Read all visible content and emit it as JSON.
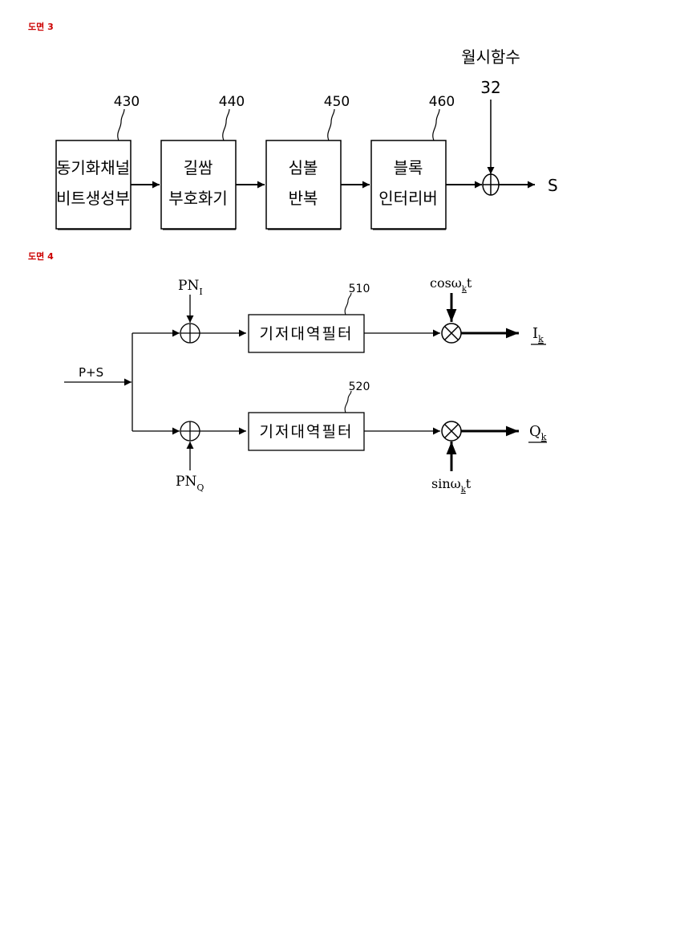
{
  "figure3": {
    "label": "도면 3",
    "blocks": [
      {
        "ref": "430",
        "line1": "동기화채널",
        "line2": "비트생성부"
      },
      {
        "ref": "440",
        "line1": "길쌈",
        "line2": "부호화기"
      },
      {
        "ref": "450",
        "line1": "심볼",
        "line2": "반복"
      },
      {
        "ref": "460",
        "line1": "블록",
        "line2": "인터리버"
      }
    ],
    "walsh_label": "월시함수",
    "walsh_number": "32",
    "output": "S"
  },
  "figure4": {
    "label": "도면 4",
    "input": "P+S",
    "pn_i": {
      "main": "PN",
      "sub": "I"
    },
    "pn_q": {
      "main": "PN",
      "sub": "Q"
    },
    "filter_label": "기저대역필터",
    "filter_ref_top": "510",
    "filter_ref_bottom": "520",
    "cos": {
      "pre": "cosω",
      "sub": "k",
      "post": "t"
    },
    "sin": {
      "pre": "sinω",
      "sub": "k",
      "post": "t"
    },
    "out_i": {
      "main": "I",
      "sub": "k"
    },
    "out_q": {
      "main": "Q",
      "sub": "k"
    }
  }
}
